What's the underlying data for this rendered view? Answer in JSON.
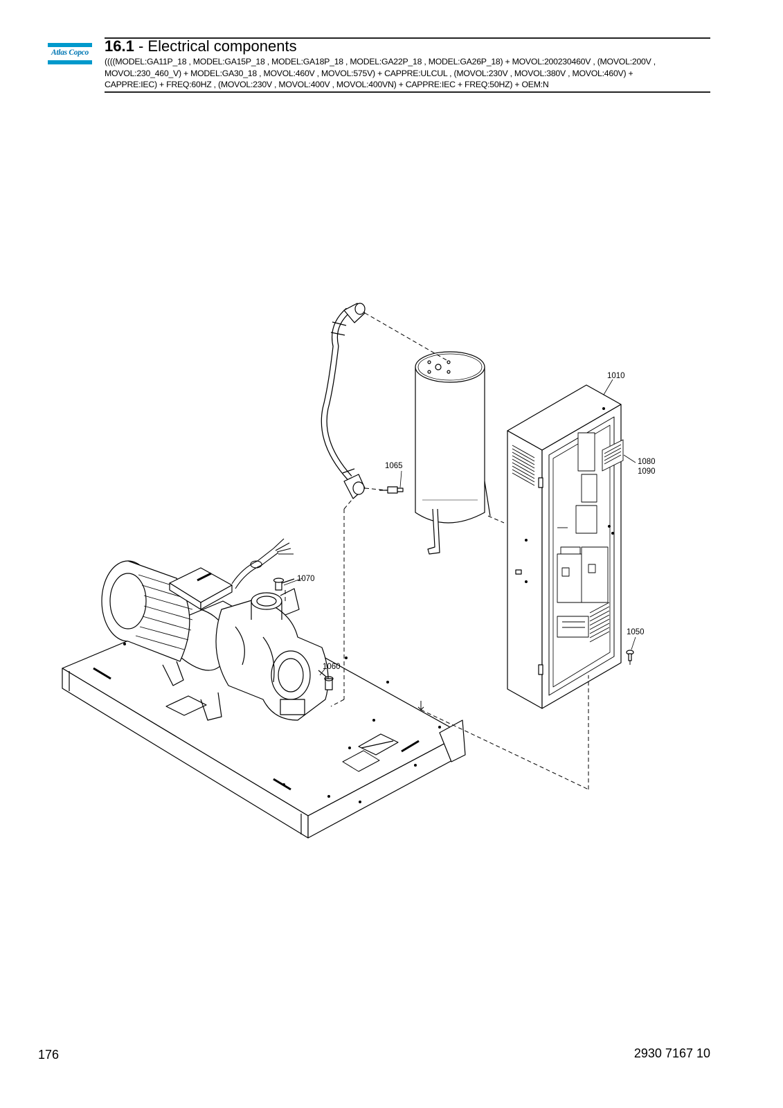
{
  "brand": {
    "name": "Atlas Copco"
  },
  "header": {
    "section_number": "16.1",
    "separator": " - ",
    "section_title": "Electrical components",
    "applicability": "((((MODEL:GA11P_18 , MODEL:GA15P_18 , MODEL:GA18P_18 , MODEL:GA22P_18 , MODEL:GA26P_18) + MOVOL:200230460V , (MOVOL:200V ,\nMOVOL:230_460_V) + MODEL:GA30_18 , MOVOL:460V , MOVOL:575V) + CAPPRE:ULCUL , (MOVOL:230V , MOVOL:380V , MOVOL:460V) +\nCAPPRE:IEC) + FREQ:60HZ , (MOVOL:230V , MOVOL:400V , MOVOL:400VN) + CAPPRE:IEC + FREQ:50HZ) + OEM:N"
  },
  "callouts": {
    "c1010": "1010",
    "c1080": "1080",
    "c1090": "1090",
    "c1065": "1065",
    "c1070": "1070",
    "c1060": "1060",
    "c1050": "1050"
  },
  "footer": {
    "page_number": "176",
    "document_number": "2930 7167 10"
  }
}
